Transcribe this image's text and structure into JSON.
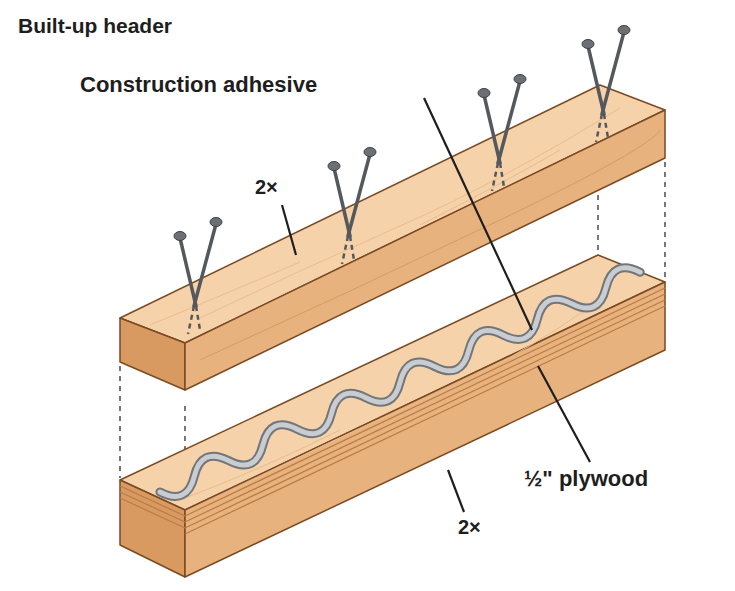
{
  "diagram": {
    "title": "Built-up header",
    "labels": [
      "Construction adhesive",
      "2×",
      "½\" plywood",
      "2×"
    ]
  }
}
